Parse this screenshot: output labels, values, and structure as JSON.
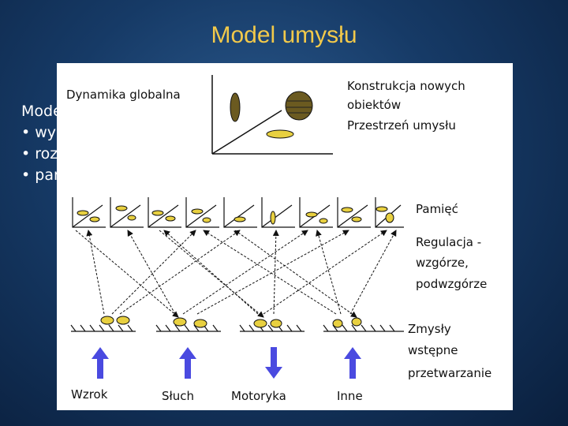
{
  "slide": {
    "title": "Model umysłu",
    "bullets": [
      {
        "marker": "",
        "text": "Mode"
      },
      {
        "marker": "•",
        "text": "wy"
      },
      {
        "marker": "•",
        "text": "roz"
      },
      {
        "marker": "•",
        "text": "par"
      }
    ]
  },
  "diagram": {
    "top_left_label": "Dynamika globalna",
    "top_right_label": [
      "Konstrukcja nowych",
      "obiektów",
      "Przestrzeń umysłu"
    ],
    "memory_label": "Pamięć",
    "regulation_label": [
      "Regulacja -",
      "wzgórze,",
      "podwzgórze"
    ],
    "senses_label": [
      "Zmysły",
      "wstępne",
      "przetwarzanie"
    ],
    "bottom_labels": [
      "Wzrok",
      "Słuch",
      "Motoryka",
      "Inne"
    ],
    "colors": {
      "arrow_blue": "#4a4ae0",
      "object_fill": "#6b5a20",
      "small_object_fill": "#e8d040"
    }
  }
}
